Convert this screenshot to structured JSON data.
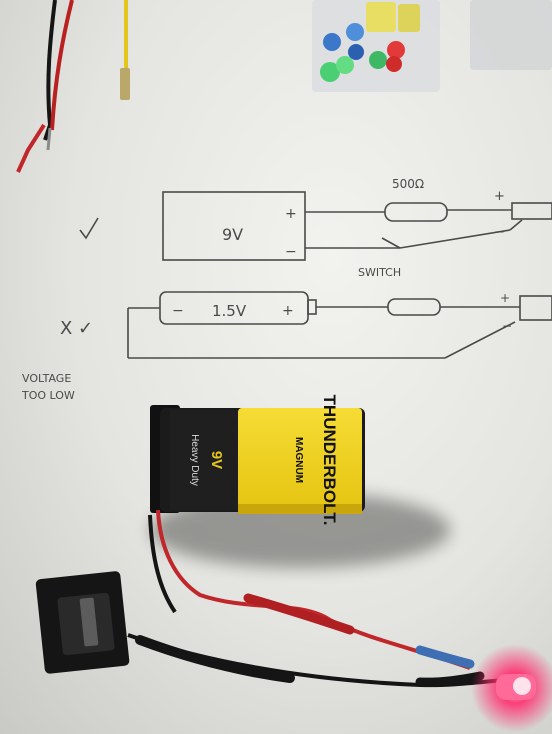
{
  "sketch": {
    "battery_9v_label": "9V",
    "plus": "+",
    "minus": "−",
    "resistor_label": "500Ω",
    "switch_label": "SWITCH",
    "battery_15v_label": "1.5V",
    "check_mark": "✓",
    "cross_check_mark": "X ✓",
    "voltage_note_line1": "VOLTAGE",
    "voltage_note_line2": "TOO LOW"
  },
  "battery": {
    "brand": "THUNDERBOLT.",
    "sub_brand": "MAGNUM",
    "voltage": "9V",
    "grade": "Heavy Duty"
  },
  "colors": {
    "paper": "#ecece9",
    "pencil": "#4a4a4a",
    "battery_yellow": "#f1d21c",
    "battery_black": "#1b1b1b",
    "wire_red": "#c0262a",
    "wire_black": "#151515",
    "led_glow": "#ff2d6e"
  }
}
